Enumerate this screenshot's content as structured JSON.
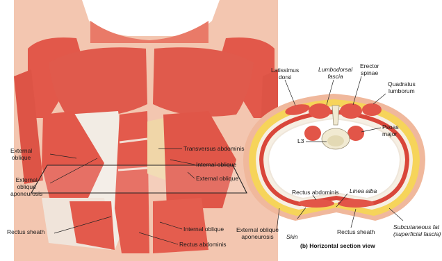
{
  "left_labels": {
    "external_oblique": "External\noblique",
    "external_oblique_aponeurosis": "External\noblique\naponeurosis",
    "rectus_sheath": "Rectus sheath",
    "transversus_abdominis": "Transversus abdominis",
    "internal_oblique": "Internal oblique",
    "external_oblique_2": "External oblique",
    "internal_oblique_2": "Internal oblique",
    "rectus_abdominis": "Rectus abdominis"
  },
  "section_labels": {
    "latissimus_dorsi": "Latissimus\ndorsi",
    "lumbodorsal_fascia": "Lumbodorsal\nfascia",
    "erector_spinae": "Erector\nspinae",
    "quadratus_lumborum": "Quadratus\nlumborum",
    "psoas_major": "Psoas\nmajor",
    "l3": "L3",
    "rectus_abdominis": "Rectus abdominis",
    "linea_alba": "Linea alba",
    "external_oblique_aponeurosis": "External oblique\naponeurosis",
    "skin": "Skin",
    "rectus_sheath": "Rectus sheath",
    "subcutaneous_fat": "Subcutaneous fat\n(superficial fascia)"
  },
  "caption": "(b) Horizontal section view",
  "colors": {
    "muscle": "#e2584a",
    "muscle_dark": "#b8322a",
    "skin": "#f3c6b0",
    "fat": "#f4d35e",
    "fascia": "#f7f0e4",
    "bone": "#f1ead2"
  }
}
